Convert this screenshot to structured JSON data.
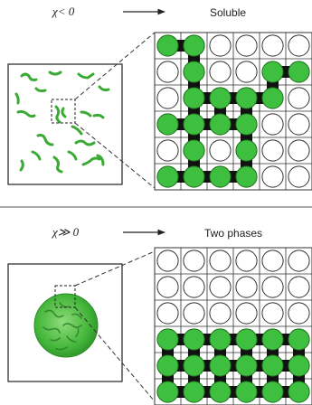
{
  "top": {
    "condition": "χ< 0",
    "result": "Soluble",
    "grid": [
      "110000",
      "010011",
      "011110",
      "111100",
      "010100",
      "111100"
    ]
  },
  "bottom": {
    "condition": "χ≫ 0",
    "result": "Two phases",
    "grid": [
      "000000",
      "000000",
      "000000",
      "111111",
      "111111",
      "111111"
    ]
  },
  "colors": {
    "bead": "#3fbf3f",
    "bond": "#111111",
    "empty": "#ffffff",
    "line": "#333333",
    "chain": "#3aaa35"
  }
}
